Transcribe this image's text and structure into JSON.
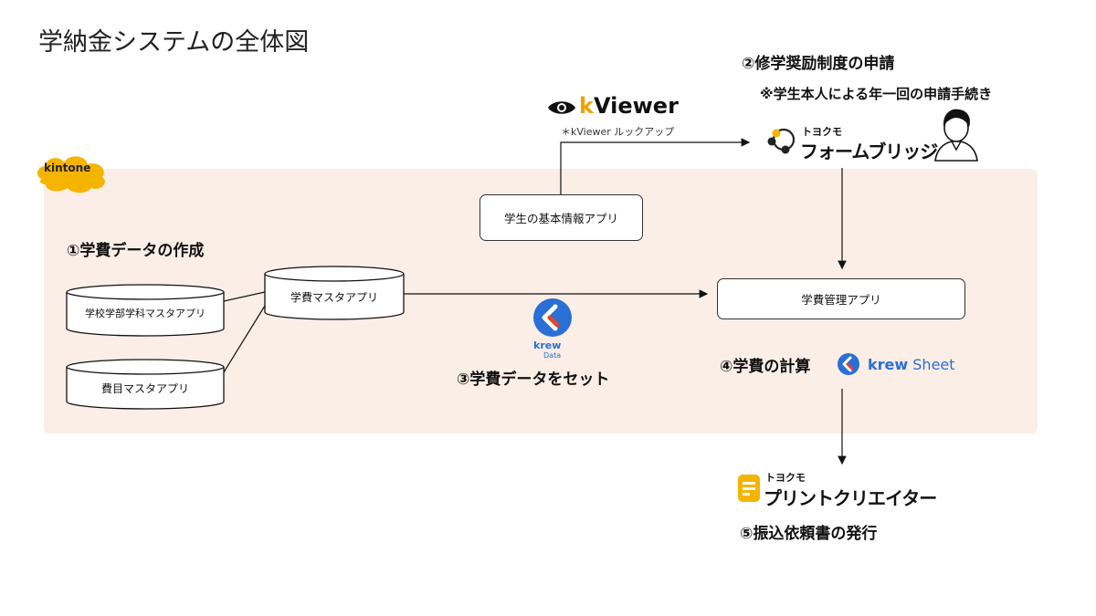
{
  "title": "学納金システムの全体図",
  "kintone": {
    "label": "kintone",
    "color": "#f5b400"
  },
  "panel_color": "#fbeee6",
  "kviewer": {
    "brand_k": "k",
    "brand_rest": "Viewer",
    "note": "＊kViewer ルックアップ"
  },
  "step2": {
    "title": "②修学奨励制度の申請",
    "note": "※学生本人による年一回の申請手続き"
  },
  "formbridge": {
    "top": "トヨクモ",
    "name": "フォームブリッジ"
  },
  "apps": {
    "student": "学生の基本情報アプリ",
    "gakuhi_master": "学費マスタアプリ",
    "school_master": "学校学部学科マスタアプリ",
    "himoku_master": "費目マスタアプリ",
    "gakuhi_kanri": "学費管理アプリ"
  },
  "step1": "①学費データの作成",
  "step3": "③学費データをセット",
  "step4": "④学費の計算",
  "krewdata": {
    "name": "krew",
    "sub": "Data"
  },
  "krewsheet": {
    "bold": "krew",
    "light": "Sheet"
  },
  "printcreator": {
    "top": "トヨクモ",
    "name": "プリントクリエイター"
  },
  "step5": "⑤振込依頼書の発行",
  "colors": {
    "accent": "#f5b400",
    "krew_blue": "#2a6fd6",
    "krew_red": "#e0452f"
  },
  "icons": [
    "eye-icon",
    "kintone-cloud-icon",
    "formbridge-logo-icon",
    "person-icon",
    "krew-logo-icon",
    "printcreator-logo-icon"
  ]
}
